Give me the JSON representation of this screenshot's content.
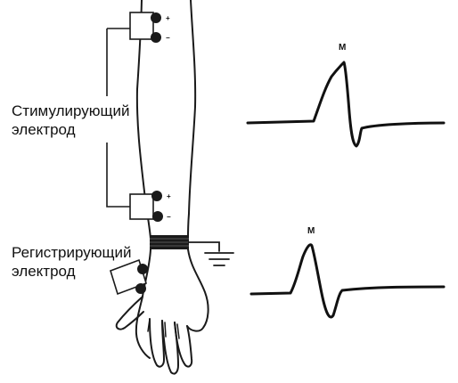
{
  "labels": {
    "stimulating_line1": "Стимулирующий",
    "stimulating_line2": "электрод",
    "recording_line1": "Регистрирующий",
    "recording_line2": "электрод"
  },
  "waveforms": {
    "top_peak_label": "M",
    "bottom_peak_label": "M"
  },
  "electrode_signs": {
    "plus": "+",
    "minus": "−"
  },
  "colors": {
    "ink": "#111111",
    "background": "#ffffff"
  }
}
